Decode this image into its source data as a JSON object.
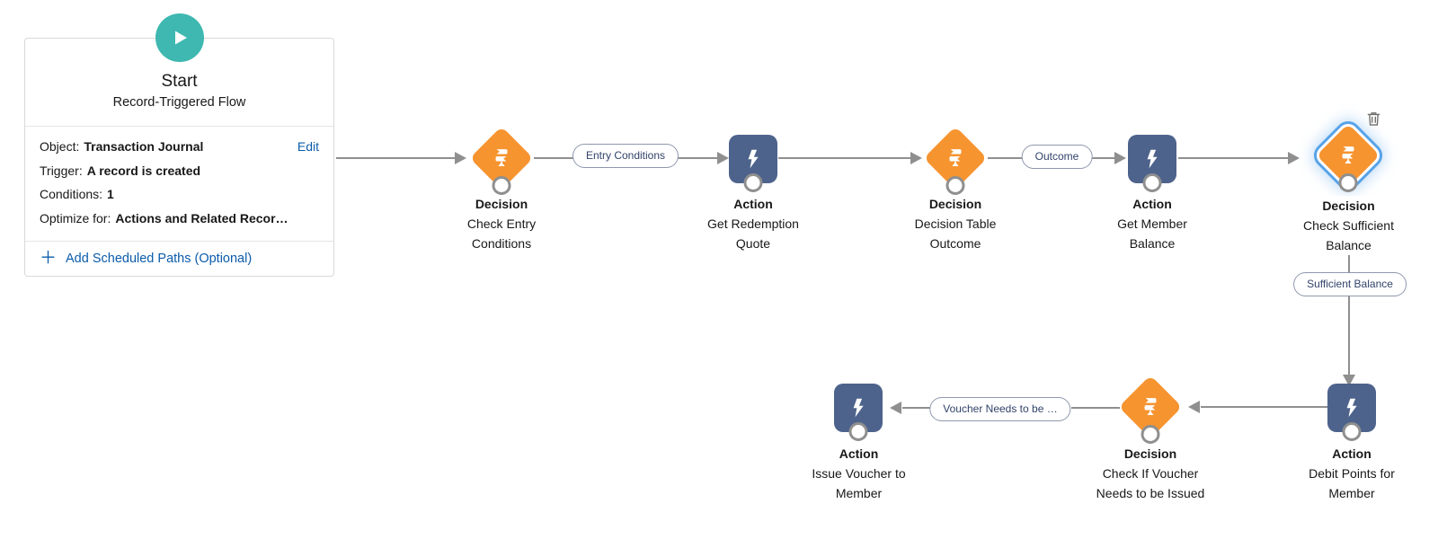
{
  "start_card": {
    "title": "Start",
    "subtitle": "Record-Triggered Flow",
    "fields": [
      {
        "label": "Object:",
        "value": "Transaction Journal"
      },
      {
        "label": "Trigger:",
        "value": "A record is created"
      },
      {
        "label": "Conditions:",
        "value": "1"
      },
      {
        "label": "Optimize for:",
        "value": "Actions and Related Recor…"
      }
    ],
    "edit_label": "Edit",
    "add_paths_label": "Add Scheduled Paths (Optional)"
  },
  "nodes": [
    {
      "type": "Decision",
      "name": "Check Entry Conditions",
      "shape": "diamond",
      "icon": "decision-signpost-icon"
    },
    {
      "type": "Action",
      "name": "Get Redemption Quote",
      "shape": "square",
      "icon": "lightning-bolt-icon"
    },
    {
      "type": "Decision",
      "name": "Decision Table Outcome",
      "shape": "diamond",
      "icon": "decision-signpost-icon"
    },
    {
      "type": "Action",
      "name": "Get Member Balance",
      "shape": "square",
      "icon": "lightning-bolt-icon"
    },
    {
      "type": "Decision",
      "name": "Check Sufficient Balance",
      "shape": "diamond",
      "icon": "decision-signpost-icon",
      "selected": true
    },
    {
      "type": "Action",
      "name": "Debit Points for Member",
      "shape": "square",
      "icon": "lightning-bolt-icon"
    },
    {
      "type": "Decision",
      "name": "Check If Voucher Needs to be Issued",
      "shape": "diamond",
      "icon": "decision-signpost-icon"
    },
    {
      "type": "Action",
      "name": "Issue Voucher to Member",
      "shape": "square",
      "icon": "lightning-bolt-icon"
    }
  ],
  "connector_labels": [
    {
      "text": "Entry Conditions"
    },
    {
      "text": "Outcome"
    },
    {
      "text": "Sufficient Balance"
    },
    {
      "text": "Voucher Needs to be …"
    }
  ],
  "colors": {
    "decision_orange": "#F69430",
    "action_blue": "#4D638C",
    "start_teal": "#3EB8B0",
    "connector_gray": "#8F8F8F",
    "link_blue": "#0B5CAB",
    "selection_blue": "#57A3E8",
    "pill_text": "#32436A",
    "text": "#181818"
  }
}
